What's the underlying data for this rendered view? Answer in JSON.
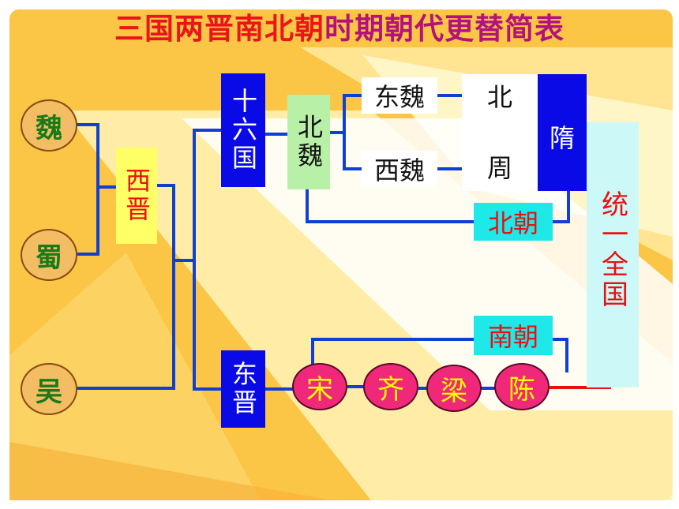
{
  "title": {
    "part1": "三国两晋南北朝",
    "part2": "时期朝代更替简表"
  },
  "nodes": {
    "wei": "魏",
    "shu": "蜀",
    "wu": "吴",
    "western_jin": "西晋",
    "sixteen_kingdoms": "十六国",
    "eastern_jin": "东晋",
    "northern_wei": "北魏",
    "eastern_wei": "东魏",
    "western_wei": "西魏",
    "northern_zhou_1": "北",
    "northern_zhou_2": "周",
    "sui": "隋",
    "northern_dynasties": "北朝",
    "southern_dynasties": "南朝",
    "unification": "统一全国",
    "song": "宋",
    "qi": "齐",
    "liang": "梁",
    "chen": "陈"
  },
  "colors": {
    "connector": "#1140d0",
    "title_red": "#e8151b",
    "title_magenta": "#b3127a",
    "blue_box": "#0a0ae6",
    "cyan_box": "#1fe8e8",
    "green_box": "#b8f0a8",
    "yellow_box": "#ffff66",
    "unify_box": "#cdf8f8",
    "kingdom_fill": "#f3bd63",
    "south_fill": "#f0287a",
    "bg_gold": "#fbc545",
    "bg_pale": "#fff6c8"
  }
}
